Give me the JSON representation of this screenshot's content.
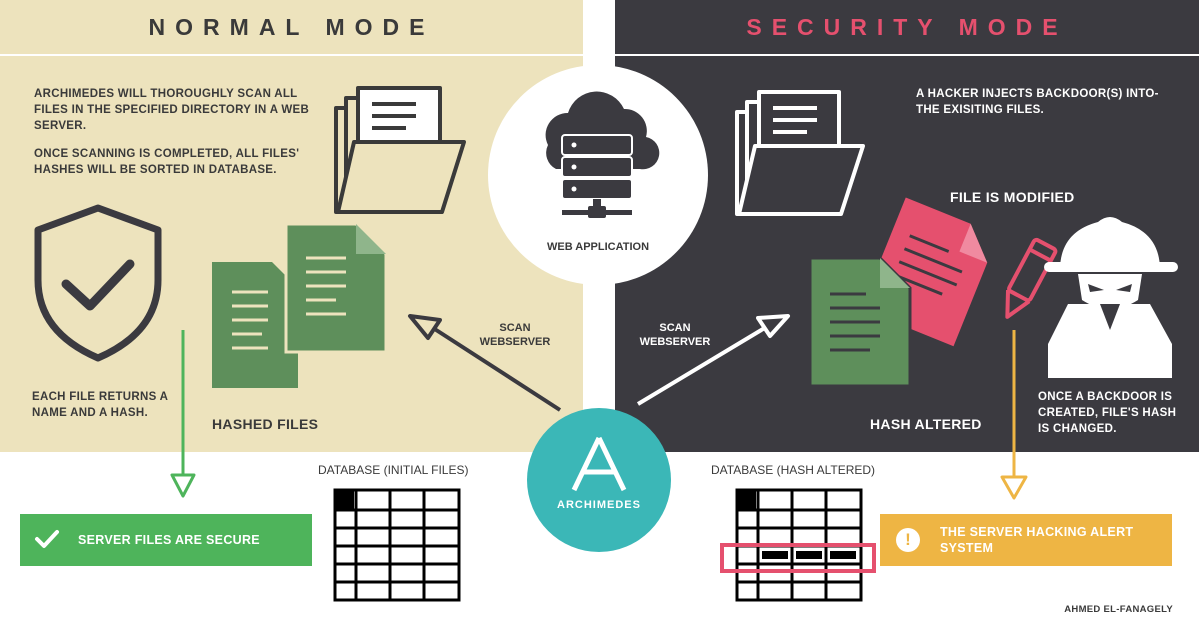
{
  "normal_mode": {
    "title": "NORMAL MODE",
    "description_1": "ARCHIMEDES WILL THOROUGHLY SCAN ALL FILES IN THE SPECIFIED DIRECTORY IN A WEB SERVER.",
    "description_2": "ONCE SCANNING IS COMPLETED, ALL FILES' HASHES WILL BE SORTED IN DATABASE.",
    "shield_caption": "EACH FILE RETURNS A NAME AND A HASH.",
    "hashed_files_label": "HASHED FILES",
    "scan_label_1": "SCAN",
    "scan_label_2": "WEBSERVER",
    "database_label": "DATABASE (INITIAL FILES)",
    "status_banner": "SERVER FILES ARE SECURE"
  },
  "security_mode": {
    "title": "SECURITY MODE",
    "description_1": "A HACKER INJECTS BACKDOOR(S) INTO-",
    "description_2": "THE EXISITING FILES.",
    "file_modified_label": "FILE IS MODIFIED",
    "hash_altered_label": "HASH ALTERED",
    "hacker_caption": "ONCE A BACKDOOR IS CREATED, FILE'S HASH IS CHANGED.",
    "scan_label_1": "SCAN",
    "scan_label_2": "WEBSERVER",
    "database_label": "DATABASE (HASH ALTERED)",
    "alert_banner_1": "THE SERVER HACKING ALERT",
    "alert_banner_2": "SYSTEM"
  },
  "center": {
    "web_app_label": "WEB APPLICATION",
    "archimedes_label": "ARCHIMEDES",
    "logo_letter": "A"
  },
  "footer": {
    "author": "AHMED EL-FANAGELY"
  },
  "icons": [
    "folder-icon",
    "cloud-server-icon",
    "shield-check-icon",
    "document-icon",
    "pencil-icon",
    "hacker-icon",
    "database-table-icon",
    "checkmark-icon",
    "alert-icon",
    "arrow-icon"
  ],
  "colors": {
    "normal_bg": "#ede3bd",
    "security_bg": "#3b3a40",
    "security_accent": "#e5506e",
    "file_green": "#5e8f5b",
    "secure_green": "#4eb45b",
    "alert_yellow": "#eeb544",
    "archimedes_teal": "#3bb7b7"
  }
}
